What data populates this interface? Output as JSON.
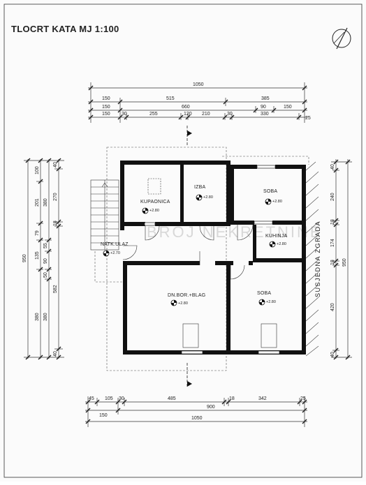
{
  "title": "TLOCRT KATA MJ 1:100",
  "rooms": {
    "kupaonica": "KUPAONICA",
    "izba": "IZBA",
    "soba_top": "SOBA",
    "kuhinja": "KUHINJA",
    "natk_ulaz": "NATK.ULAZ",
    "dn_boravak": "DN.BOR.+BLAG",
    "soba_bottom": "SOBA"
  },
  "level_mark": "+2.80",
  "level_mark_entry": "+2.70",
  "neighbor_label": "SUSJEDNA ZGRADA",
  "watermark": "BROJ NEKRETNINE",
  "top_dims": {
    "row1": [
      "1050"
    ],
    "row2": [
      "150",
      "515",
      "385"
    ],
    "row3": [
      "150",
      "660",
      "90",
      "150"
    ],
    "row4": [
      "150",
      "30",
      "255",
      "120",
      "210",
      "30",
      "330",
      "25"
    ]
  },
  "bottom_dims": {
    "row1": [
      "45",
      "105",
      "30",
      "485",
      "18",
      "342",
      "25"
    ],
    "row2": [
      "150",
      "900"
    ],
    "row3": [
      "1050"
    ]
  },
  "left_dims": {
    "col1": [
      "950"
    ],
    "col2": [
      "100",
      "201",
      "79",
      "135",
      "380"
    ],
    "col3": [
      "380",
      "55",
      "90",
      "50",
      "380"
    ],
    "col4": [
      "40",
      "270",
      "18",
      "582",
      "40"
    ]
  },
  "right_dims": {
    "col1": [
      "40",
      "240",
      "18",
      "174",
      "18",
      "420",
      "40"
    ],
    "col2": [
      "950"
    ]
  }
}
